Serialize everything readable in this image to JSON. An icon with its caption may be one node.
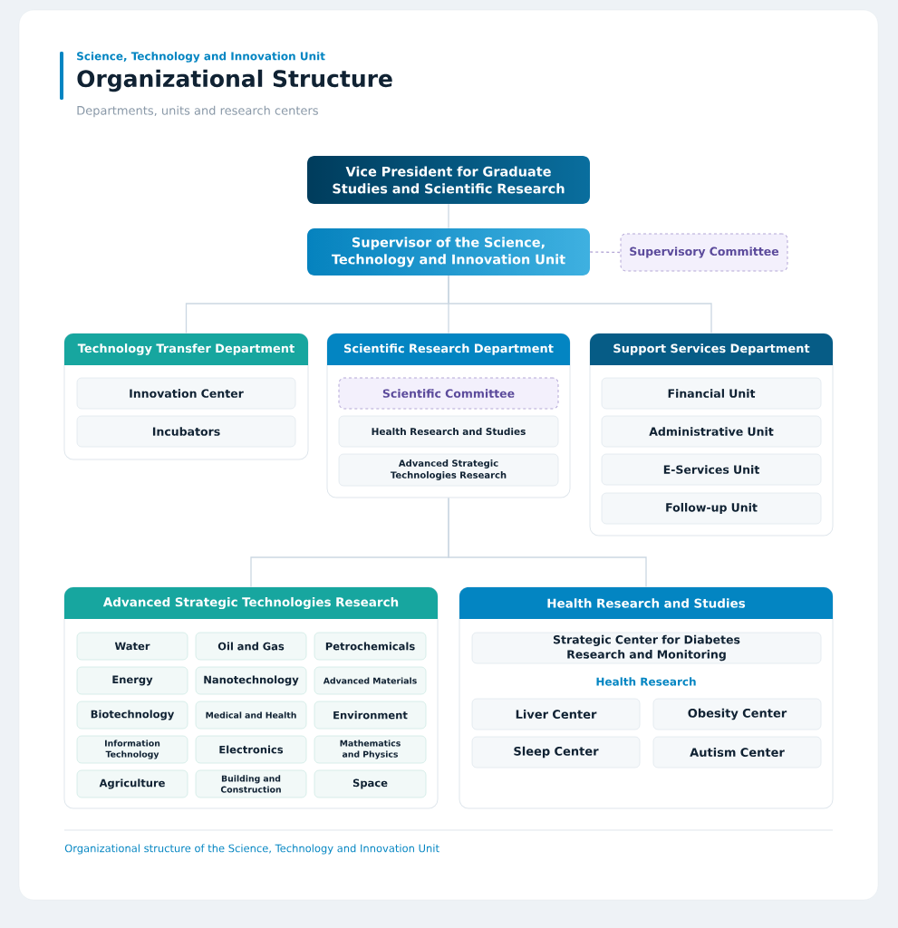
{
  "diagram": {
    "title": "Organizational Structure",
    "caption": "Organizational structure of the Science, Technology and Innovation Unit",
    "nodes": [
      {
        "text": [
          "Vice President for Graduate Studies and Scientific Research"
        ]
      },
      {
        "text": [
          "Supervisor of the Science, Technology and Innovation Unit"
        ]
      },
      {
        "text": [
          "Supervisory Committee"
        ]
      },
      {
        "text": [
          "Technology Transfer Department"
        ]
      },
      {
        "text": [
          "Innovation Center"
        ],
        "in": 3
      },
      {
        "text": [
          "Incubators"
        ],
        "in": 3
      },
      {
        "text": [
          "Scientific Research Department"
        ]
      },
      {
        "text": [
          "Scientific Committee"
        ],
        "in": 6
      },
      {
        "text": [
          "Health Research and Studies"
        ],
        "in": 6
      },
      {
        "text": [
          "Advanced Strategic Technologies Research"
        ],
        "in": 6
      },
      {
        "text": [
          "Support Services Department"
        ]
      },
      {
        "text": [
          "Financial Unit"
        ],
        "in": 10
      },
      {
        "text": [
          "Administrative Unit"
        ],
        "in": 10
      },
      {
        "text": [
          "E-Services Unit"
        ],
        "in": 10
      },
      {
        "text": [
          "Follow-up Unit"
        ],
        "in": 10
      },
      {
        "text": [
          "Advanced Strategic Technologies Research"
        ]
      },
      {
        "text": [
          "Water"
        ],
        "in": 15
      },
      {
        "text": [
          "Oil and Gas"
        ],
        "in": 15
      },
      {
        "text": [
          "Petrochemicals"
        ],
        "in": 15
      },
      {
        "text": [
          "Energy"
        ],
        "in": 15
      },
      {
        "text": [
          "Nanotechnology"
        ],
        "in": 15
      },
      {
        "text": [
          "Advanced Materials"
        ],
        "in": 15
      },
      {
        "text": [
          "Biotechnology"
        ],
        "in": 15
      },
      {
        "text": [
          "Medical and Health"
        ],
        "in": 15
      },
      {
        "text": [
          "Environment"
        ],
        "in": 15
      },
      {
        "text": [
          "Information Technology"
        ],
        "in": 15
      },
      {
        "text": [
          "Electronics"
        ],
        "in": 15
      },
      {
        "text": [
          "Mathematics and Physics"
        ],
        "in": 15
      },
      {
        "text": [
          "Agriculture"
        ],
        "in": 15
      },
      {
        "text": [
          "Building and Construction"
        ],
        "in": 15
      },
      {
        "text": [
          "Space"
        ],
        "in": 15
      },
      {
        "text": [
          "Health Research and Studies"
        ]
      },
      {
        "text": [
          "Strategic Center for Diabetes Research and Monitoring"
        ],
        "in": 31
      },
      {
        "text": [
          "Liver Center"
        ],
        "in": 31
      },
      {
        "text": [
          "Obesity Center"
        ],
        "in": 31
      },
      {
        "text": [
          "Sleep Center"
        ],
        "in": 31
      },
      {
        "text": [
          "Autism Center"
        ],
        "in": 31
      }
    ],
    "edges": [
      {
        "from": 0,
        "to": 1,
        "arrow": "none"
      },
      {
        "from": 1,
        "to": 2,
        "arrow": "none",
        "style": "dashed",
        "color": "#b4a7d6"
      },
      {
        "from": 1,
        "to": 3,
        "arrow": "none"
      },
      {
        "from": 1,
        "to": 6,
        "arrow": "none"
      },
      {
        "from": 1,
        "to": 10,
        "arrow": "none"
      },
      {
        "from": 6,
        "to": 15,
        "arrow": "none"
      },
      {
        "from": 6,
        "to": 31,
        "arrow": "none"
      }
    ],
    "labels": [
      "Science, Technology and Innovation Unit",
      "Departments, units and research centers",
      "Health Research"
    ]
  }
}
